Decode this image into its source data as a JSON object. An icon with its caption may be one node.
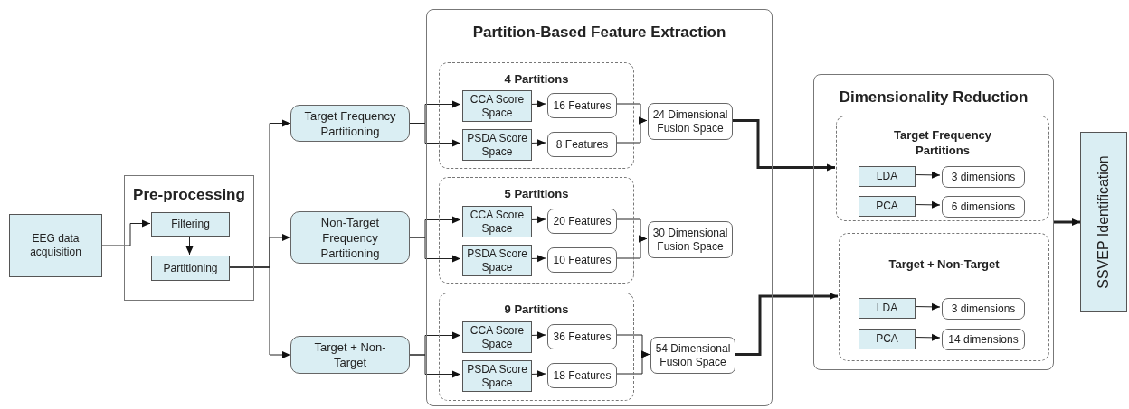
{
  "diagram": {
    "nodes": [
      {
        "text": [
          "EEG data acquisition"
        ]
      },
      {
        "text": [
          "Pre-processing"
        ]
      },
      {
        "text": [
          "Filtering"
        ],
        "in": 1
      },
      {
        "text": [
          "Partitioning"
        ],
        "in": 1
      },
      {
        "text": [
          "Target Frequency Partitioning"
        ]
      },
      {
        "text": [
          "Non-Target Frequency Partitioning"
        ]
      },
      {
        "text": [
          "Target + Non-Target"
        ]
      },
      {
        "text": [
          "Partition-Based Feature Extraction"
        ]
      },
      {
        "text": [
          "4 Partitions"
        ],
        "in": 7
      },
      {
        "text": [
          "CCA Score Space"
        ],
        "in": 8
      },
      {
        "text": [
          "16 Features"
        ],
        "in": 8
      },
      {
        "text": [
          "PSDA Score Space"
        ],
        "in": 8
      },
      {
        "text": [
          "8 Features"
        ],
        "in": 8
      },
      {
        "text": [
          "24 Dimensional Fusion Space"
        ],
        "in": 7
      },
      {
        "text": [
          "5 Partitions"
        ],
        "in": 7
      },
      {
        "text": [
          "CCA Score Space"
        ],
        "in": 14
      },
      {
        "text": [
          "20 Features"
        ],
        "in": 14
      },
      {
        "text": [
          "PSDA Score Space"
        ],
        "in": 14
      },
      {
        "text": [
          "10 Features"
        ],
        "in": 14
      },
      {
        "text": [
          "30 Dimensional Fusion Space"
        ],
        "in": 7
      },
      {
        "text": [
          "9 Partitions"
        ],
        "in": 7
      },
      {
        "text": [
          "CCA Score Space"
        ],
        "in": 20
      },
      {
        "text": [
          "36 Features"
        ],
        "in": 20
      },
      {
        "text": [
          "PSDA Score Space"
        ],
        "in": 20
      },
      {
        "text": [
          "18 Features"
        ],
        "in": 20
      },
      {
        "text": [
          "54 Dimensional Fusion Space"
        ],
        "in": 7
      },
      {
        "text": [
          "Dimensionality Reduction"
        ]
      },
      {
        "text": [
          "Target Frequency Partitions"
        ],
        "in": 26
      },
      {
        "text": [
          "LDA"
        ],
        "in": 27
      },
      {
        "text": [
          "3 dimensions"
        ],
        "in": 27
      },
      {
        "text": [
          "PCA"
        ],
        "in": 27
      },
      {
        "text": [
          "6 dimensions"
        ],
        "in": 27
      },
      {
        "text": [
          "Target + Non-Target"
        ],
        "in": 26
      },
      {
        "text": [
          "LDA"
        ],
        "in": 32
      },
      {
        "text": [
          "3 dimensions"
        ],
        "in": 32
      },
      {
        "text": [
          "PCA"
        ],
        "in": 32
      },
      {
        "text": [
          "14 dimensions"
        ],
        "in": 32
      },
      {
        "text": [
          "SSVEP Identification"
        ]
      }
    ],
    "edges": [
      {
        "from": 0,
        "to": 2,
        "arrow": "to"
      },
      {
        "from": 2,
        "to": 3,
        "arrow": "to"
      },
      {
        "from": 3,
        "to": 4,
        "arrow": "to"
      },
      {
        "from": 3,
        "to": 5,
        "arrow": "to"
      },
      {
        "from": 3,
        "to": 6,
        "arrow": "to"
      },
      {
        "from": 4,
        "to": 9,
        "arrow": "to"
      },
      {
        "from": 4,
        "to": 11,
        "arrow": "to"
      },
      {
        "from": 5,
        "to": 15,
        "arrow": "to"
      },
      {
        "from": 5,
        "to": 17,
        "arrow": "to"
      },
      {
        "from": 6,
        "to": 21,
        "arrow": "to"
      },
      {
        "from": 6,
        "to": 23,
        "arrow": "to"
      },
      {
        "from": 9,
        "to": 10,
        "arrow": "to"
      },
      {
        "from": 11,
        "to": 12,
        "arrow": "to"
      },
      {
        "from": 10,
        "to": 13,
        "arrow": "to"
      },
      {
        "from": 12,
        "to": 13,
        "arrow": "to"
      },
      {
        "from": 15,
        "to": 16,
        "arrow": "to"
      },
      {
        "from": 17,
        "to": 18,
        "arrow": "to"
      },
      {
        "from": 16,
        "to": 19,
        "arrow": "to"
      },
      {
        "from": 18,
        "to": 19,
        "arrow": "to"
      },
      {
        "from": 21,
        "to": 22,
        "arrow": "to"
      },
      {
        "from": 23,
        "to": 24,
        "arrow": "to"
      },
      {
        "from": 22,
        "to": 25,
        "arrow": "to"
      },
      {
        "from": 24,
        "to": 25,
        "arrow": "to"
      },
      {
        "from": 13,
        "to": 27,
        "arrow": "to",
        "style": "thick"
      },
      {
        "from": 25,
        "to": 32,
        "arrow": "to",
        "style": "thick"
      },
      {
        "from": 28,
        "to": 29,
        "arrow": "to"
      },
      {
        "from": 30,
        "to": 31,
        "arrow": "to"
      },
      {
        "from": 33,
        "to": 34,
        "arrow": "to"
      },
      {
        "from": 35,
        "to": 36,
        "arrow": "to"
      },
      {
        "from": 26,
        "to": 37,
        "arrow": "to",
        "style": "thick"
      }
    ]
  }
}
